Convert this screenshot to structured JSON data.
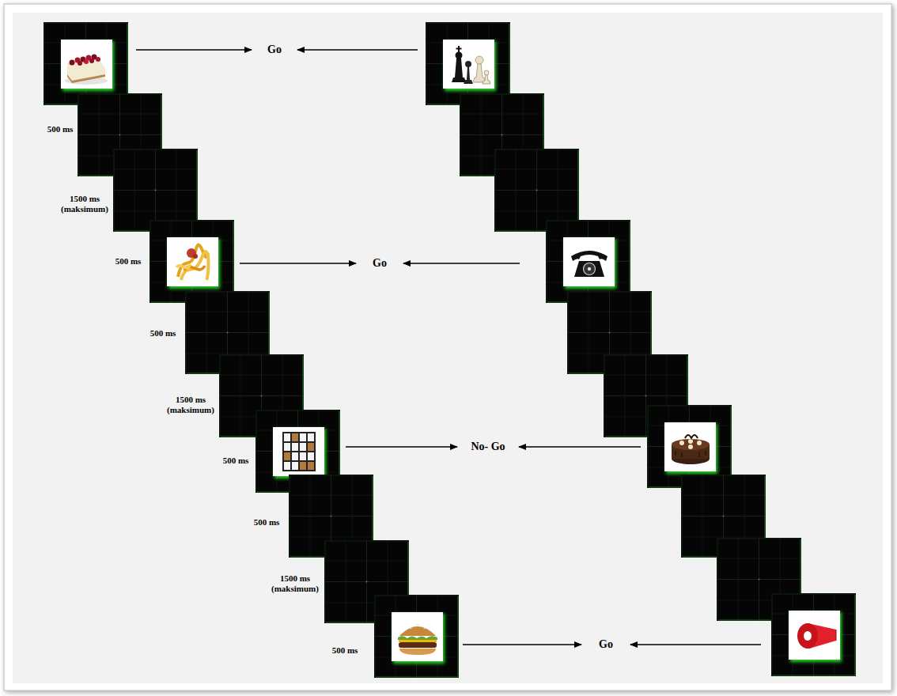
{
  "diagram": {
    "labels": [
      "Go",
      "500 ms",
      "1500 ms (maksimum)",
      "500 ms",
      "Go",
      "500 ms",
      "1500 ms (maksimum)",
      "500 ms",
      "No- Go",
      "500 ms",
      "1500 ms (maksimum)",
      "500 ms",
      "Go"
    ]
  }
}
